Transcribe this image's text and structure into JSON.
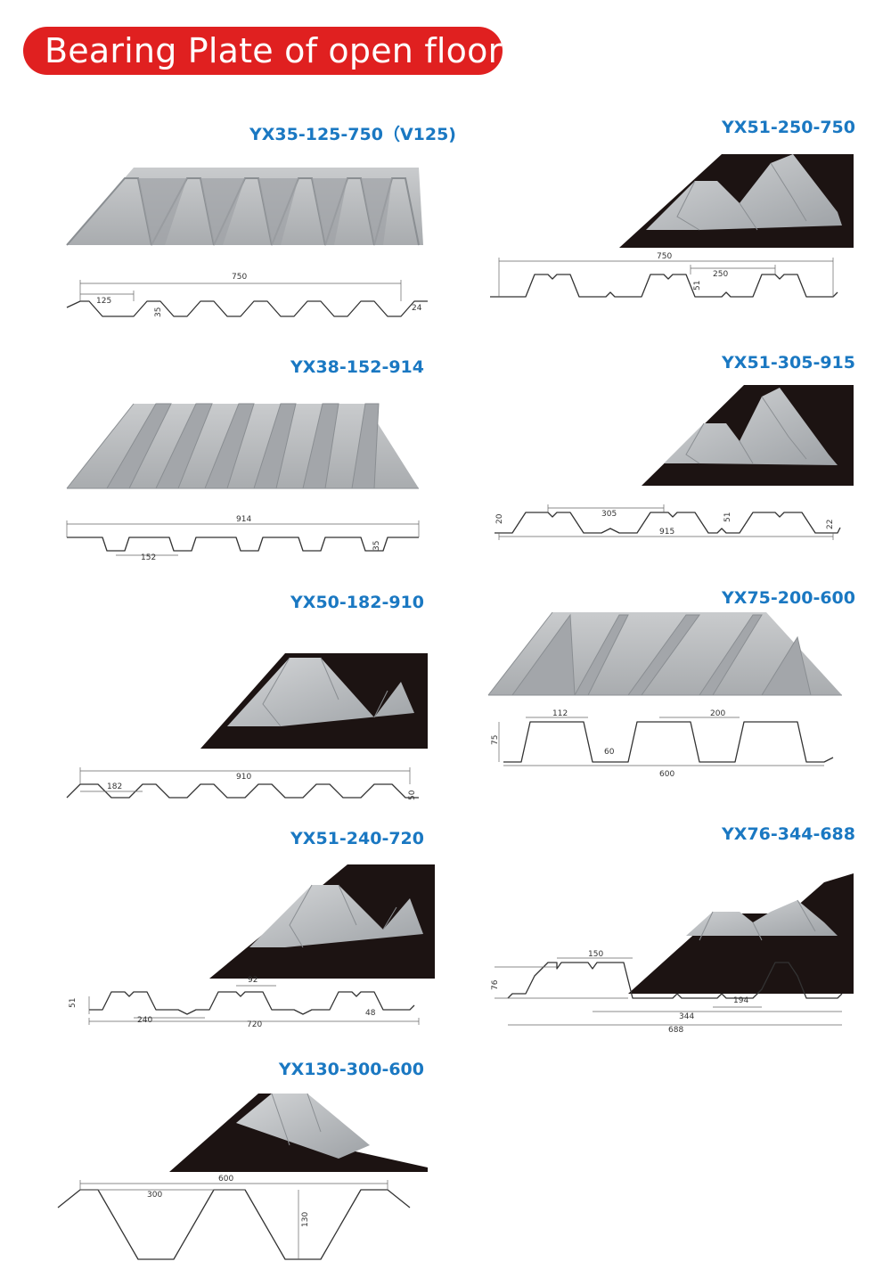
{
  "page": {
    "title": "Bearing Plate of open floor"
  },
  "products": [
    {
      "name": "YX35-125-750（V125)",
      "dims": [
        "750",
        "125",
        "35",
        "24"
      ]
    },
    {
      "name": "YX38-152-914",
      "dims": [
        "914",
        "152",
        "35"
      ]
    },
    {
      "name": "YX50-182-910",
      "dims": [
        "910",
        "182",
        "50"
      ]
    },
    {
      "name": "YX51-240-720",
      "dims": [
        "92",
        "51",
        "240",
        "48",
        "720"
      ]
    },
    {
      "name": "YX130-300-600",
      "dims": [
        "600",
        "300",
        "130"
      ]
    },
    {
      "name": "YX51-250-750",
      "dims": [
        "750",
        "250",
        "51"
      ]
    },
    {
      "name": "YX51-305-915",
      "dims": [
        "305",
        "20",
        "51",
        "22",
        "915"
      ]
    },
    {
      "name": "YX75-200-600",
      "dims": [
        "112",
        "200",
        "75",
        "60",
        "600"
      ]
    },
    {
      "name": "YX76-344-688",
      "dims": [
        "150",
        "76",
        "194",
        "344",
        "688"
      ]
    }
  ],
  "colors": {
    "banner": "#e02020",
    "title": "#1a78c2"
  }
}
